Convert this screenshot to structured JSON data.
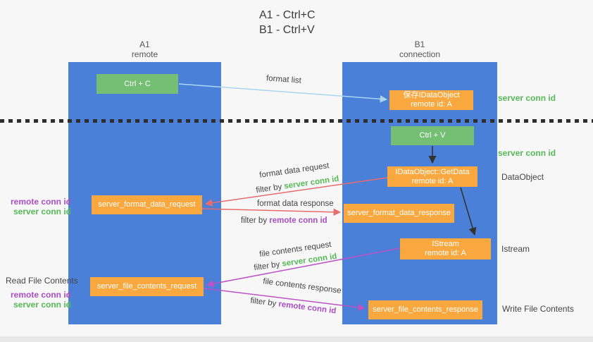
{
  "title": {
    "line1": "A1 - Ctrl+C",
    "line2": "B1 - Ctrl+V"
  },
  "lanes": {
    "a1": {
      "name": "A1",
      "sub": "remote"
    },
    "b1": {
      "name": "B1",
      "sub": "connection"
    }
  },
  "nodes": {
    "ctrl_c": {
      "label": "Ctrl + C"
    },
    "save_dataobject": {
      "line1": "保存IDataObject",
      "line2": "remote id: A"
    },
    "ctrl_v": {
      "label": "Ctrl + V"
    },
    "getdata": {
      "line1": "IDataObject::GetData",
      "line2": "remote id: A"
    },
    "format_request": {
      "label": "server_format_data_request"
    },
    "format_response": {
      "label": "server_format_data_response"
    },
    "istream": {
      "line1": "IStream",
      "line2": "remote id: A"
    },
    "file_request": {
      "label": "server_file_contents_request"
    },
    "file_response": {
      "label": "server_file_contents_response"
    }
  },
  "annotations": {
    "server_conn_id_top": "server conn id",
    "server_conn_id_mid": "server conn id",
    "dataobject": "DataObject",
    "istream": "Istream",
    "write_file_contents": "Write File Contents",
    "read_file_contents": "Read File Contents",
    "left_mid_remote": "remote conn id",
    "left_mid_server": "server conn id",
    "left_bottom_remote": "remote conn id",
    "left_bottom_server": "server conn id"
  },
  "arrows": {
    "format_list": {
      "label": "format list"
    },
    "format_data_request": {
      "label": "format data request"
    },
    "filter_server_1": {
      "prefix": "filter by ",
      "highlight": "server conn id"
    },
    "format_data_response": {
      "label": "format data response"
    },
    "filter_remote_1": {
      "prefix": "filter by ",
      "highlight": "remote conn id"
    },
    "file_contents_request": {
      "label": "file contents request"
    },
    "filter_server_2": {
      "prefix": "filter by ",
      "highlight": "server conn id"
    },
    "file_contents_response": {
      "label": "file contents response"
    },
    "filter_remote_2": {
      "prefix": "filter by ",
      "highlight": "remote conn id"
    }
  },
  "colors": {
    "lane_fill": "#4a80d8",
    "green_node": "#74bf74",
    "orange_node": "#f8a83e",
    "green_text": "#55b955",
    "purple_text": "#aa4ec5",
    "red_arrow": "#e96c6c",
    "magenta_arrow": "#bc53c5",
    "blue_arrow": "#a9d6f0",
    "black_arrow": "#333333"
  }
}
